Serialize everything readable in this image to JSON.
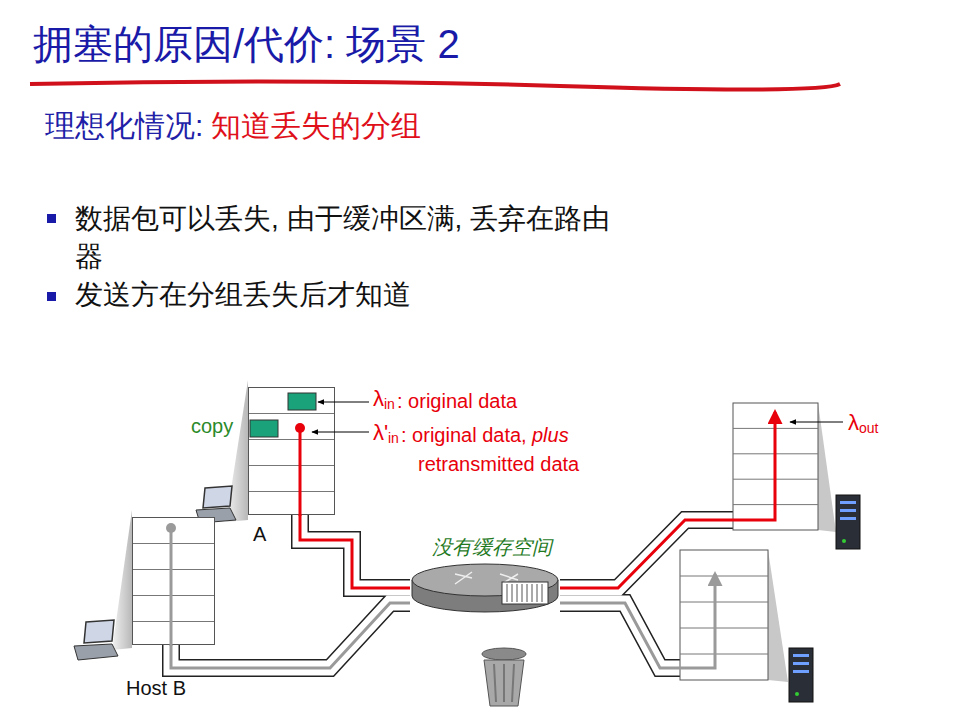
{
  "diagram": {
    "title": "拥塞的原因/代价: 场景 2",
    "nodes": [
      {
        "text": [
          "A"
        ]
      },
      {
        "text": [
          "Host B"
        ]
      },
      {
        "text": [
          "没有缓存空间"
        ]
      }
    ],
    "edges": [
      {
        "from": 0,
        "to": 2,
        "arrow": "none"
      },
      {
        "from": 1,
        "to": 2,
        "arrow": "none"
      }
    ],
    "labels": [
      "理想化情况:",
      "知道丢失的分组",
      "数据包可以丢失, 由于缓冲区满, 丢弃在路由器",
      "发送方在分组丢失后才知道",
      "λ",
      "in",
      ": original data",
      "λ'",
      "in",
      ": original data,",
      "plus",
      "retransmitted data",
      "λ",
      "out",
      "copy"
    ]
  }
}
